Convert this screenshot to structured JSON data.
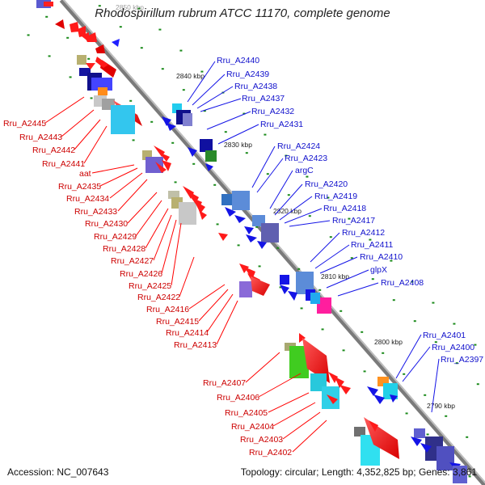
{
  "title": "Rhodospirillum rubrum ATCC 11170, complete genome",
  "accession_label": "Accession: NC_007643",
  "summary_label": "Topology: circular; Length: 4,352,825 bp; Genes: 3,861",
  "colors": {
    "forward": "#ff0000",
    "reverse": "#1414e6",
    "backbone": "#888888",
    "tick": "#1a8a1a"
  },
  "ticks": [
    "2850 kbp",
    "2840 kbp",
    "2830 kbp",
    "2820 kbp",
    "2810 kbp",
    "2800 kbp",
    "2790 kbp"
  ],
  "left_labels": [
    "Rru_A2445",
    "Rru_A2443",
    "Rru_A2442",
    "Rru_A2441",
    "aat",
    "Rru_A2435",
    "Rru_A2434",
    "Rru_A2433",
    "Rru_A2430",
    "Rru_A2429",
    "Rru_A2428",
    "Rru_A2427",
    "Rru_A2426",
    "Rru_A2425",
    "Rru_A2422",
    "Rru_A2416",
    "Rru_A2415",
    "Rru_A2414",
    "Rru_A2413",
    "Rru_A2407",
    "Rru_A2406",
    "Rru_A2405",
    "Rru_A2404",
    "Rru_A2403",
    "Rru_A2402"
  ],
  "right_labels": [
    "Rru_A2440",
    "Rru_A2439",
    "Rru_A2438",
    "Rru_A2437",
    "Rru_A2432",
    "Rru_A2431",
    "Rru_A2424",
    "Rru_A2423",
    "argC",
    "Rru_A2420",
    "Rru_A2419",
    "Rru_A2418",
    "Rru_A2417",
    "Rru_A2412",
    "Rru_A2411",
    "Rru_A2410",
    "glpX",
    "Rru_A2408",
    "Rru_A2401",
    "Rru_A2400",
    "Rru_A2397"
  ]
}
